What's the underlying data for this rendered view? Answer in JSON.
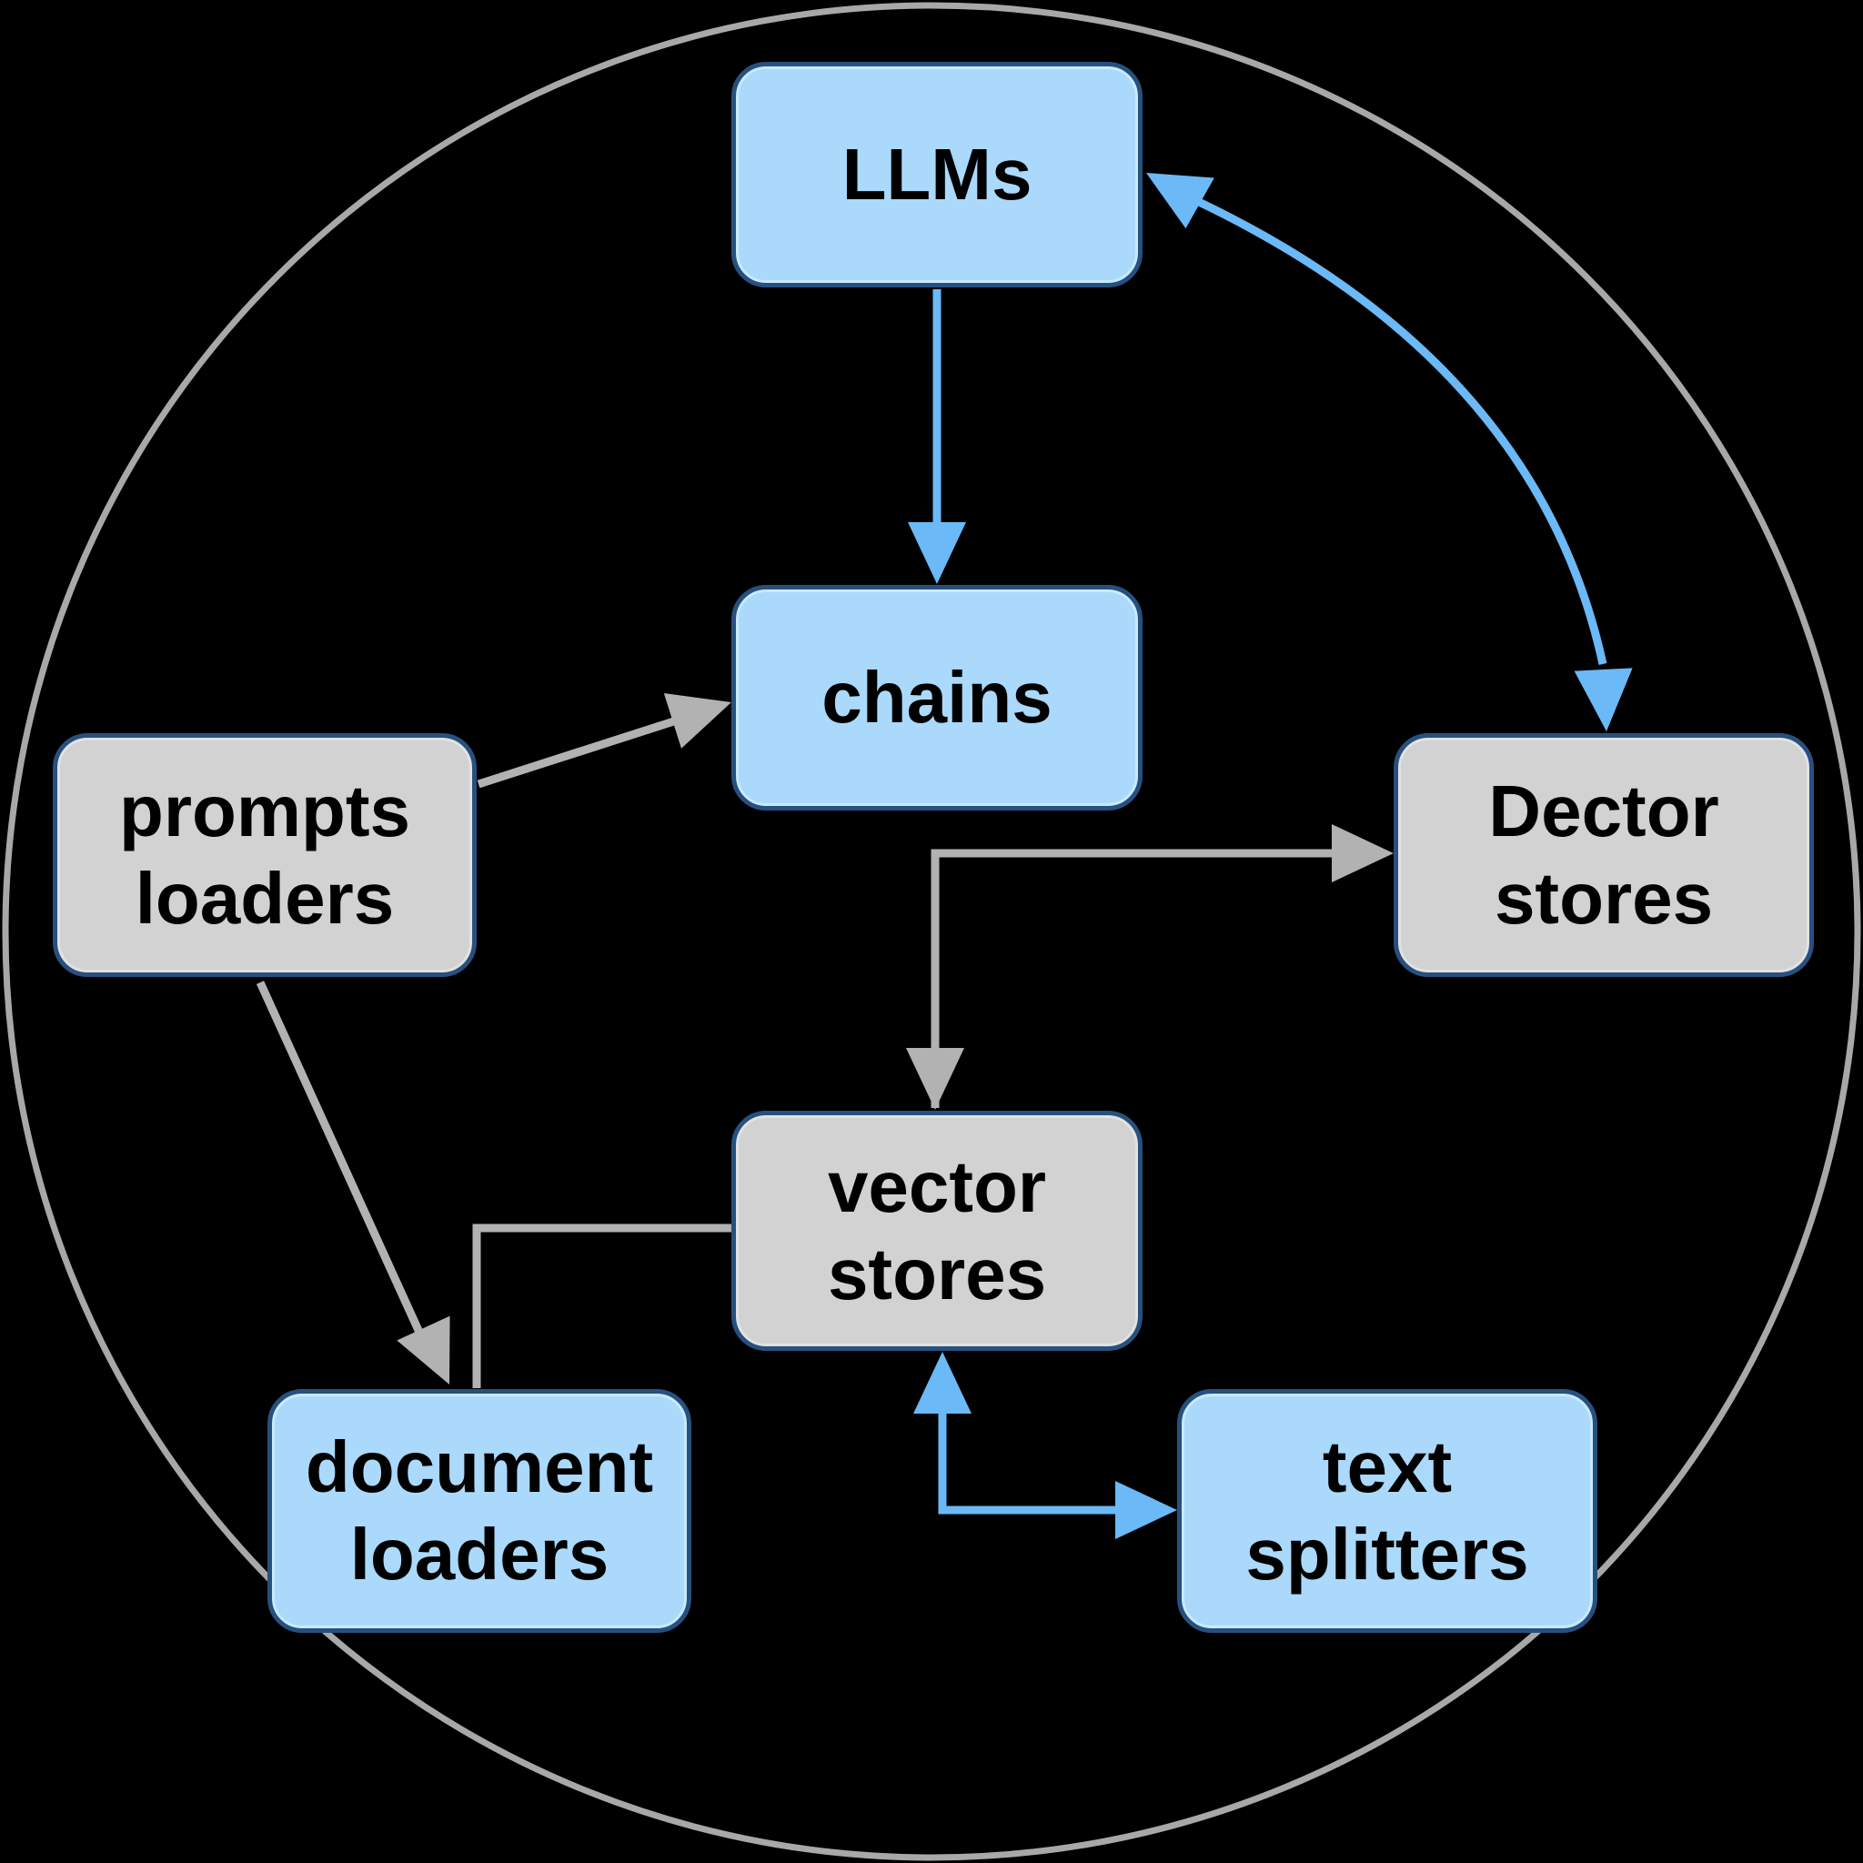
{
  "colors": {
    "background": "#000000",
    "ring": "#a8a8a8",
    "blue_fill": "#aad9fb",
    "gray_fill": "#d2d2d2",
    "node_border": "#27507f",
    "blue_edge": "#6bb9f6",
    "gray_edge": "#b2b2b2",
    "text": "#000000"
  },
  "nodes": {
    "llms": {
      "lines": [
        "LLMs"
      ],
      "style": "blue"
    },
    "chains": {
      "lines": [
        "chains"
      ],
      "style": "blue"
    },
    "prompts_loaders": {
      "lines": [
        "prompts",
        "loaders"
      ],
      "style": "gray"
    },
    "dector_stores": {
      "lines": [
        "Dector",
        "stores"
      ],
      "style": "gray"
    },
    "vector_stores": {
      "lines": [
        "vector",
        "stores"
      ],
      "style": "gray"
    },
    "document_loaders": {
      "lines": [
        "document",
        "loaders"
      ],
      "style": "blue"
    },
    "text_splitters": {
      "lines": [
        "text",
        "splitters"
      ],
      "style": "blue"
    }
  },
  "edges": [
    {
      "from": "llms",
      "to": "chains",
      "color": "blue",
      "direction": "forward"
    },
    {
      "from": "llms",
      "to": "dector_stores",
      "color": "blue",
      "direction": "both"
    },
    {
      "from": "prompts_loaders",
      "to": "chains",
      "color": "gray",
      "direction": "forward"
    },
    {
      "from": "chains",
      "to": "dector_stores",
      "color": "gray",
      "direction": "forward"
    },
    {
      "from": "chains",
      "to": "vector_stores",
      "color": "gray",
      "direction": "forward"
    },
    {
      "from": "prompts_loaders",
      "to": "document_loaders",
      "color": "gray",
      "direction": "forward"
    },
    {
      "from": "vector_stores",
      "to": "document_loaders",
      "color": "gray",
      "direction": "none"
    },
    {
      "from": "vector_stores",
      "to": "text_splitters",
      "color": "blue",
      "direction": "both"
    }
  ]
}
